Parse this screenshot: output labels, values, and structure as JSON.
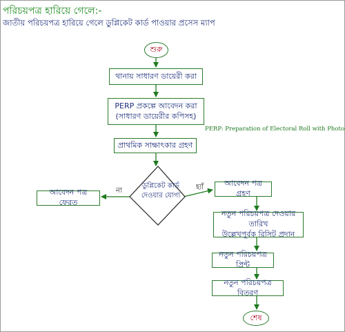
{
  "header": {
    "title": "পরিচয়পত্র হারিয়ে গেলে:-",
    "subtitle": "জাতীয় পরিচয়পত্র হারিয়ে গেলে ডুপ্লিকেট কার্ড পাওয়ার প্রসেস ম্যাপ"
  },
  "flow": {
    "start": "শুরু",
    "step_gd": "থানায় সাধারণ ডায়েরী করা",
    "step_apply_line1": "PERP প্রকল্পে আবেদন করা",
    "step_apply_line2": "(সাধারণ ডায়েরীর কপিসহ)",
    "perp_note": "PERP: Preparation of Electoral Roll with Photograph",
    "step_interview": "প্রাথমিক সাক্ষাৎকার গ্রহণ",
    "decision_line1": "ডুপ্লিকেট কার্ড",
    "decision_line2": "দেওয়ার যোগ্য",
    "no_label": "না",
    "yes_label": "হ্যাঁ",
    "step_return": "আবেদন পত্র ফেরত",
    "step_accept": "আবেদন পত্র গ্রহণ",
    "step_receipt_line1": "নতুন পরিচয়পত্র দেওয়ার তারিখ",
    "step_receipt_line2": "উল্লেখপূর্বক রিসিট প্রদান",
    "step_print": "নতুন পরিচয়পত্র প্রিন্ট",
    "step_distribute": "নতুন পরিচয়পত্র বিতরণ",
    "end": "শেষ"
  },
  "colors": {
    "box_border": "#2a7a2a",
    "box_text": "#1f2f7a",
    "arrow": "#1f7a1f",
    "terminal_text": "#b0132b",
    "title": "#1b8a1b"
  }
}
